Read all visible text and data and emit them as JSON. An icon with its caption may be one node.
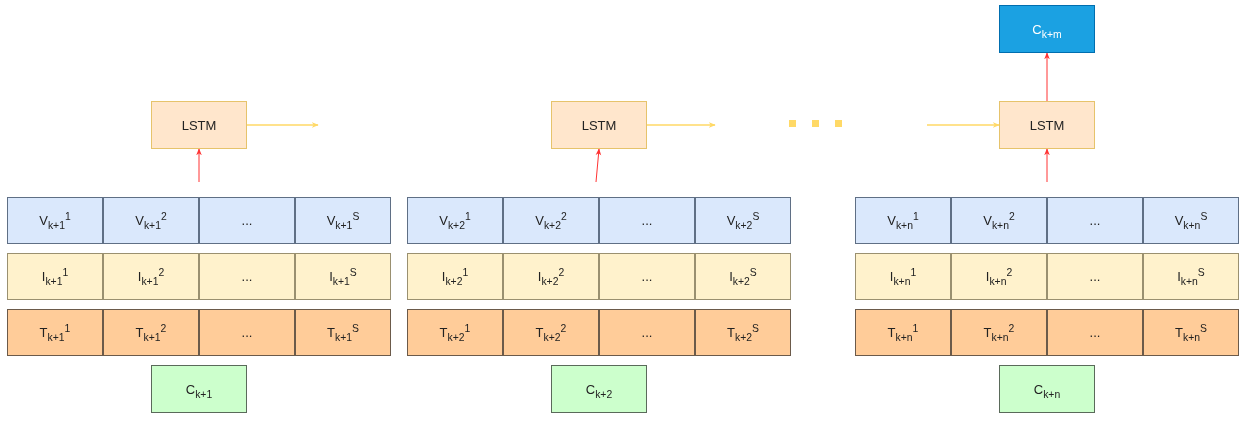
{
  "diagram": {
    "nodes": [
      {
        "text": [
          "C$_{k+m}$"
        ]
      },
      {
        "text": [
          "LSTM"
        ]
      },
      {
        "text": [
          "V$_{k+1}$$^{1}$"
        ]
      },
      {
        "text": [
          "V$_{k+1}$$^{2}$"
        ]
      },
      {
        "text": [
          "..."
        ]
      },
      {
        "text": [
          "V$_{k+1}$$^{S}$"
        ]
      },
      {
        "text": [
          "I$_{k+1}$$^{1}$"
        ]
      },
      {
        "text": [
          "I$_{k+1}$$^{2}$"
        ]
      },
      {
        "text": [
          "..."
        ]
      },
      {
        "text": [
          "I$_{k+1}$$^{S}$"
        ]
      },
      {
        "text": [
          "T$_{k+1}$$^{1}$"
        ]
      },
      {
        "text": [
          "T$_{k+1}$$^{2}$"
        ]
      },
      {
        "text": [
          "..."
        ]
      },
      {
        "text": [
          "T$_{k+1}$$^{S}$"
        ]
      },
      {
        "text": [
          "C$_{k+1}$"
        ]
      },
      {
        "text": [
          "LSTM"
        ]
      },
      {
        "text": [
          "V$_{k+2}$$^{1}$"
        ]
      },
      {
        "text": [
          "V$_{k+2}$$^{2}$"
        ]
      },
      {
        "text": [
          "..."
        ]
      },
      {
        "text": [
          "V$_{k+2}$$^{S}$"
        ]
      },
      {
        "text": [
          "I$_{k+2}$$^{1}$"
        ]
      },
      {
        "text": [
          "I$_{k+2}$$^{2}$"
        ]
      },
      {
        "text": [
          "..."
        ]
      },
      {
        "text": [
          "I$_{k+2}$$^{S}$"
        ]
      },
      {
        "text": [
          "T$_{k+2}$$^{1}$"
        ]
      },
      {
        "text": [
          "T$_{k+2}$$^{2}$"
        ]
      },
      {
        "text": [
          "..."
        ]
      },
      {
        "text": [
          "T$_{k+2}$$^{S}$"
        ]
      },
      {
        "text": [
          "C$_{k+2}$"
        ]
      },
      {
        "text": [
          "LSTM"
        ]
      },
      {
        "text": [
          "V$_{k+n}$$^{1}$"
        ]
      },
      {
        "text": [
          "V$_{k+n}$$^{2}$"
        ]
      },
      {
        "text": [
          "..."
        ]
      },
      {
        "text": [
          "V$_{k+n}$$^{S}$"
        ]
      },
      {
        "text": [
          "I$_{k+n}$$^{1}$"
        ]
      },
      {
        "text": [
          "I$_{k+n}$$^{2}$"
        ]
      },
      {
        "text": [
          "..."
        ]
      },
      {
        "text": [
          "I$_{k+n}$$^{S}$"
        ]
      },
      {
        "text": [
          "T$_{k+n}$$^{1}$"
        ]
      },
      {
        "text": [
          "T$_{k+n}$$^{2}$"
        ]
      },
      {
        "text": [
          "..."
        ]
      },
      {
        "text": [
          "T$_{k+n}$$^{S}$"
        ]
      },
      {
        "text": [
          "C$_{k+n}$"
        ]
      }
    ],
    "edges": [
      {
        "from": null,
        "to": 1,
        "arrow": "to"
      },
      {
        "from": 1,
        "to": null,
        "arrow": "to",
        "color": "#ffd966"
      },
      {
        "from": null,
        "to": 15,
        "arrow": "to"
      },
      {
        "from": 15,
        "to": null,
        "arrow": "to",
        "color": "#ffd966"
      },
      {
        "from": null,
        "to": 29,
        "arrow": "to",
        "color": "#ffd966"
      },
      {
        "from": null,
        "to": 29,
        "arrow": "to"
      },
      {
        "from": 29,
        "to": 0,
        "arrow": "to"
      }
    ]
  }
}
